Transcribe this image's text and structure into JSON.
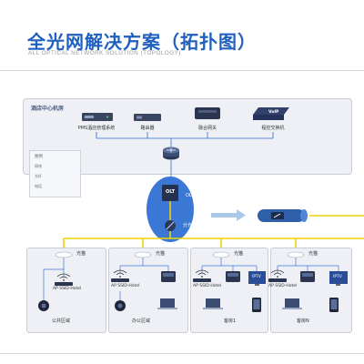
{
  "header": {
    "title": "全光网解决方案（拓扑图）",
    "subtitle": "ALL OPTICAL NETWORK SOLUTION (TOPOLOGY)"
  },
  "colors": {
    "title_blue": "#1f5fbf",
    "fiber_yellow": "#f2d100",
    "core_blue": "#3b78d6",
    "panel_bg": "#eef0f5"
  },
  "room": {
    "title": "酒店中心机房",
    "devices": [
      {
        "label": "PMS酒店管理系统",
        "icon": "server-icon"
      },
      {
        "label": "路由器",
        "icon": "router-icon"
      },
      {
        "label": "融合网关",
        "icon": "gateway-icon"
      },
      {
        "label": "程控交换机",
        "icon": "voip-switch-icon",
        "badge": "VoIP"
      }
    ]
  },
  "legend": {
    "title": "图例",
    "items": [
      "网线",
      "光纤",
      "电话"
    ]
  },
  "core": {
    "olt_label": "OLT",
    "splitter_label": "分光"
  },
  "panels": [
    {
      "onu_label": "光猫",
      "ap_label": "AP SSID-Hotel",
      "area_label": "公共区域"
    },
    {
      "onu_label": "光猫",
      "ap_label": "AP SSID-Hotel",
      "area_label": "办公区域"
    },
    {
      "onu_label": "光猫",
      "ap_label": "AP SSID-Hotel",
      "area_label": "客房1"
    },
    {
      "onu_label": "光猫",
      "ap_label": "AP SSID-Hotel",
      "area_label": "客房N"
    }
  ],
  "iptv_label": "IPTV"
}
